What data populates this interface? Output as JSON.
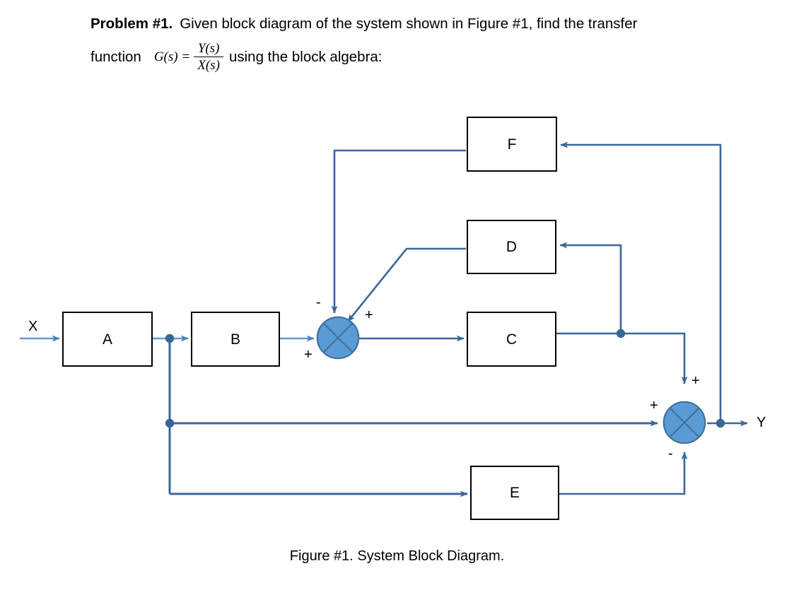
{
  "problem": {
    "label": "Problem #1.",
    "sentence_part1": "Given block diagram of the system shown in Figure #1, find the transfer",
    "sentence_part2": "function",
    "math": {
      "gs": "G(s)",
      "equals": "=",
      "numerator": "Y(s)",
      "denominator": "X(s)"
    },
    "sentence_part3": "using the block algebra:"
  },
  "diagram": {
    "blocks": [
      {
        "id": "A",
        "label": "A"
      },
      {
        "id": "B",
        "label": "B"
      },
      {
        "id": "C",
        "label": "C"
      },
      {
        "id": "D",
        "label": "D"
      },
      {
        "id": "E",
        "label": "E"
      },
      {
        "id": "F",
        "label": "F"
      }
    ],
    "summing_junctions": [
      {
        "id": "sum1",
        "signs": [
          {
            "label": "-",
            "position": "top-left"
          },
          {
            "label": "+",
            "position": "top-right"
          },
          {
            "label": "+",
            "position": "bottom-left"
          }
        ]
      },
      {
        "id": "sum2",
        "signs": [
          {
            "label": "+",
            "position": "top-right"
          },
          {
            "label": "+",
            "position": "left"
          },
          {
            "label": "-",
            "position": "bottom-left"
          }
        ]
      }
    ],
    "input_label": "X",
    "output_label": "Y",
    "colors": {
      "wire": "#4a7ebb",
      "wire_dark": "#3a6699",
      "junction_fill": "#5b9bd5",
      "junction_stroke": "#41719c",
      "block_border": "#000000",
      "block_fill": "#ffffff"
    }
  },
  "caption": "Figure #1.  System Block Diagram."
}
